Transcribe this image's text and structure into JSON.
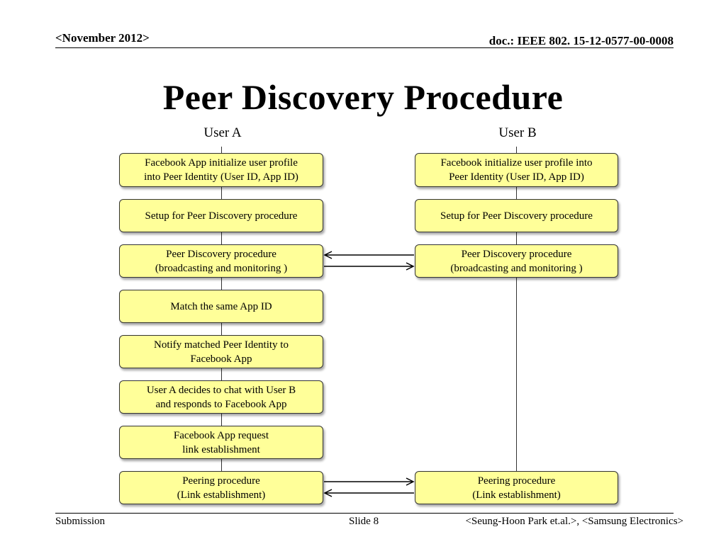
{
  "header": {
    "date": "<November 2012>",
    "doc_id": "doc.: IEEE 802. 15-12-0577-00-0008"
  },
  "title": "Peer Discovery Procedure",
  "diagram": {
    "user_a": "User A",
    "user_b": "User B",
    "user_a_steps": [
      "Facebook App initialize  user profile\ninto Peer Identity (User ID, App ID)",
      "Setup for Peer Discovery procedure",
      "Peer Discovery procedure\n(broadcasting and monitoring )",
      "Match  the same App ID",
      "Notify matched Peer Identity to\nFacebook App",
      "User A decides to chat with User B\nand responds to Facebook App",
      "Facebook App request\nlink establishment",
      "Peering procedure\n(Link establishment)"
    ],
    "user_b_steps": [
      "Facebook initialize  user profile into\nPeer Identity (User ID, App ID)",
      "Setup for Peer Discovery procedure",
      "Peer Discovery procedure\n(broadcasting and monitoring )",
      "Peering procedure\n(Link establishment)"
    ]
  },
  "footer": {
    "left": "Submission",
    "slide": "Slide 8",
    "right": "<Seung-Hoon Park et.al.>, <Samsung Electronics>"
  }
}
